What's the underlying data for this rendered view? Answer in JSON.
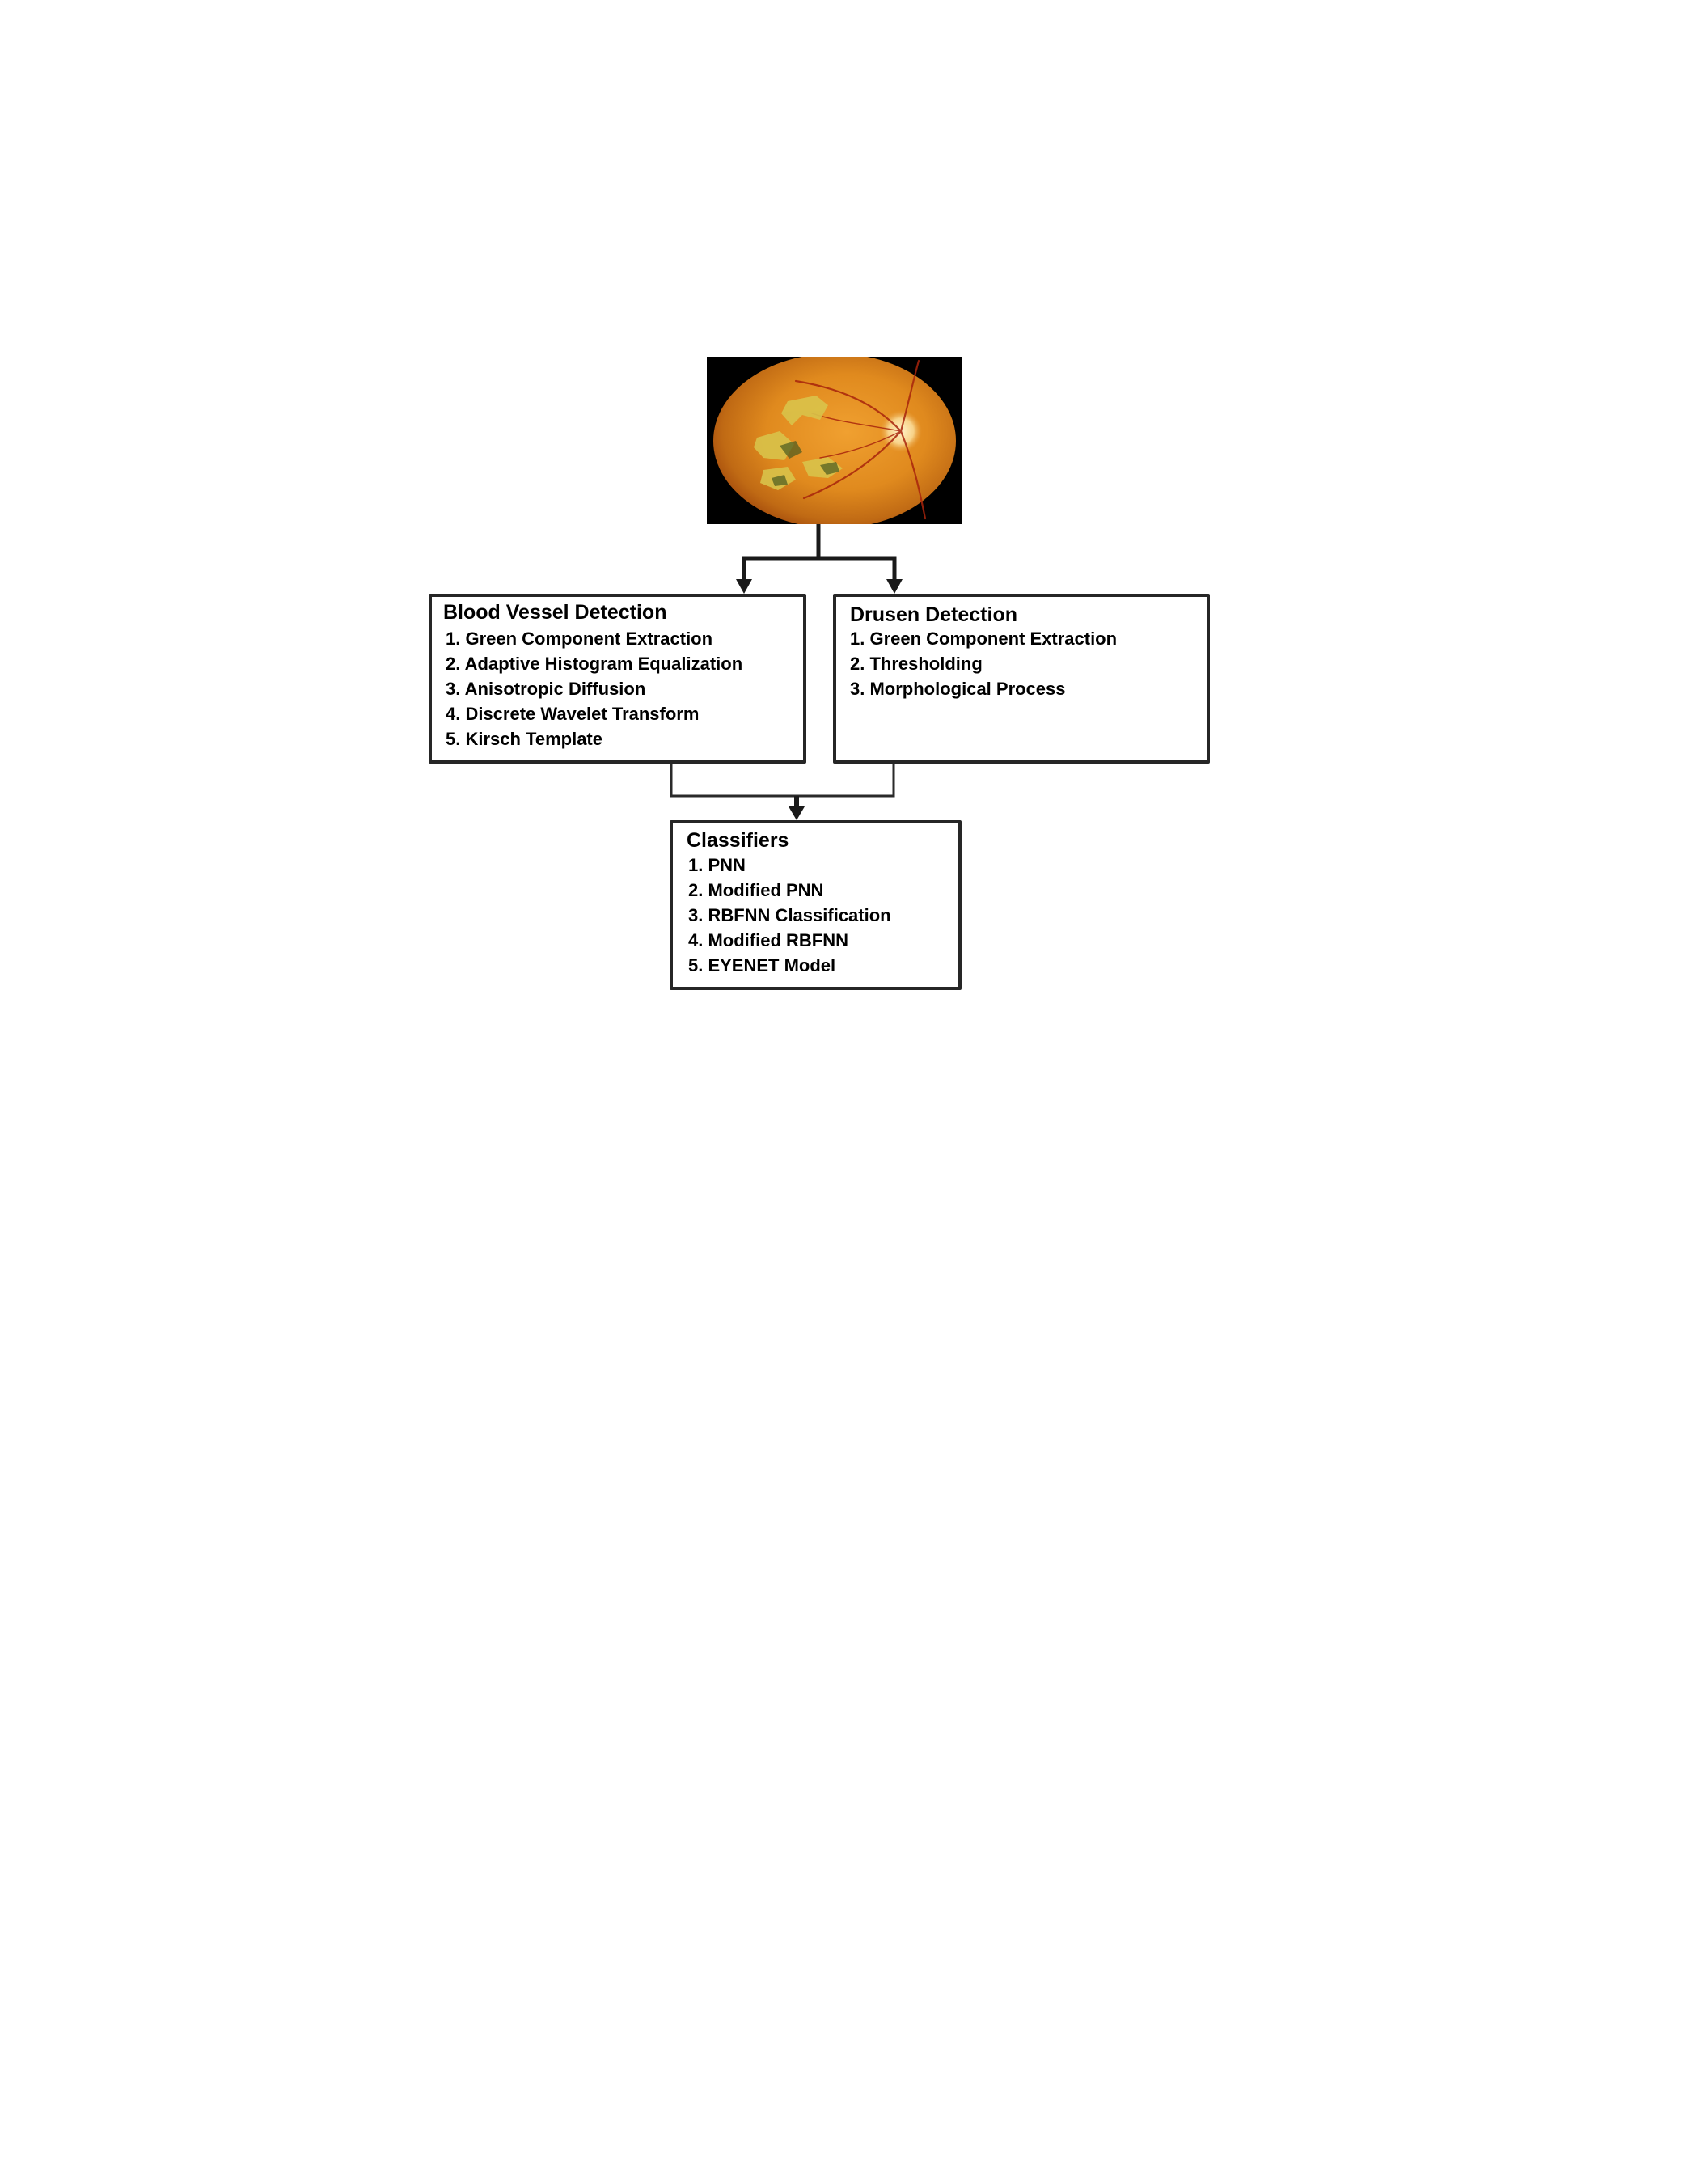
{
  "diagram": {
    "image": {
      "subject": "retinal fundus photograph"
    },
    "nodes": [
      {
        "id": "vessel",
        "title": "Blood Vessel Detection",
        "steps": [
          "1. Green Component Extraction",
          "2. Adaptive Histogram Equalization",
          "3. Anisotropic Diffusion",
          "4. Discrete Wavelet Transform",
          "5. Kirsch Template"
        ]
      },
      {
        "id": "drusen",
        "title": "Drusen Detection",
        "steps": [
          "1. Green Component Extraction",
          "2. Thresholding",
          "3. Morphological Process"
        ]
      },
      {
        "id": "classifiers",
        "title": "Classifiers",
        "steps": [
          "1. PNN",
          "2. Modified PNN",
          "3. RBFNN Classification",
          "4. Modified RBFNN",
          "5. EYENET Model"
        ]
      }
    ],
    "edges": [
      {
        "from": "image",
        "to": "vessel"
      },
      {
        "from": "image",
        "to": "drusen"
      },
      {
        "from": "vessel",
        "to": "classifiers"
      },
      {
        "from": "drusen",
        "to": "classifiers"
      }
    ],
    "colors": {
      "line": "#1a1a1a",
      "box_border": "#262626",
      "fundus_orange": "#e08a1e",
      "fundus_dark": "#a34a0c",
      "lesion_yellow": "#d9c34a"
    }
  }
}
